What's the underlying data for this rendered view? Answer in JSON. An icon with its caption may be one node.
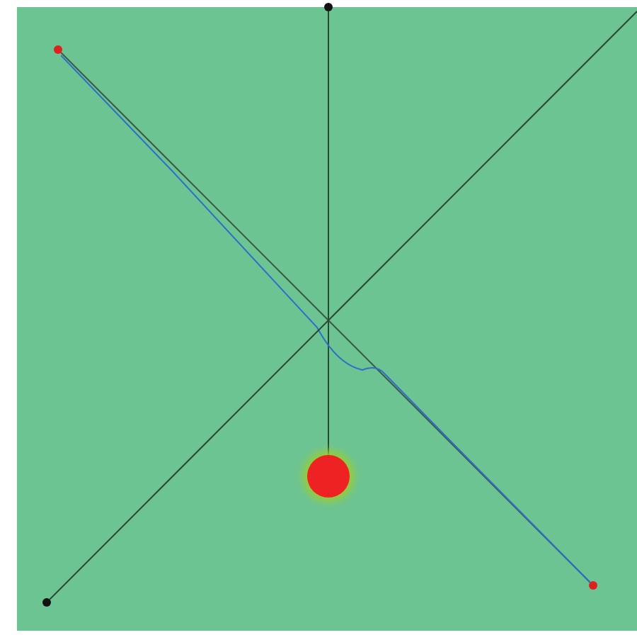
{
  "diagram": {
    "nodes": [
      {
        "text": [],
        "shape": "circle"
      },
      {
        "text": [],
        "shape": "circle"
      },
      {
        "text": [],
        "shape": "circle"
      },
      {
        "text": [],
        "shape": "circle"
      },
      {
        "text": [],
        "shape": "circle"
      }
    ],
    "edges": [
      {
        "from": 0,
        "to": 2,
        "arrow": "none"
      },
      {
        "from": 1,
        "to": 3,
        "arrow": "none"
      },
      {
        "from": 1,
        "to": 3,
        "arrow": "none",
        "color": "#2f6fc8"
      },
      {
        "from": 4,
        "to": null,
        "arrow": "none"
      }
    ]
  }
}
